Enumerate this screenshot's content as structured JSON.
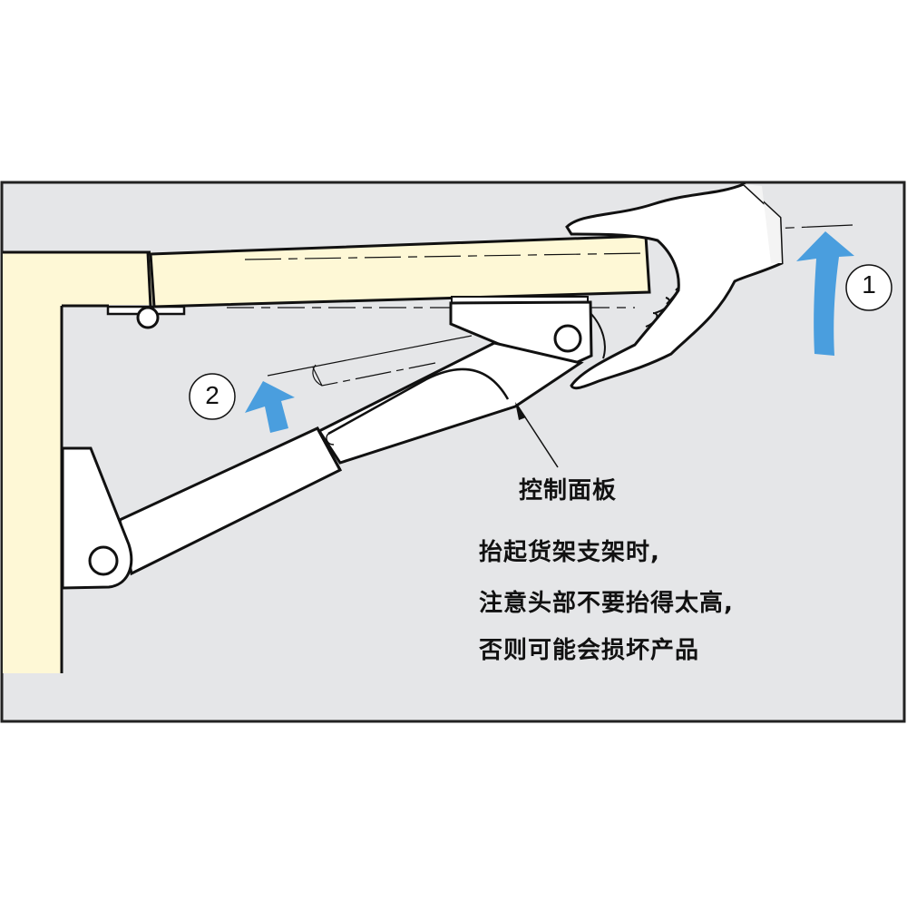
{
  "diagram": {
    "type": "instructional-illustration",
    "subject": "lifting a shelf bracket with gas spring support",
    "colors": {
      "background": "#ffffff",
      "panel_bg": "#e5e6e8",
      "frame_border": "#222222",
      "wood": "#fef8d6",
      "metal": "#ffffff",
      "outline": "#111111",
      "arrow": "#4a9ede"
    },
    "steps": [
      {
        "number": "1",
        "action": "lift shelf upward",
        "arrow": "arrow-up-icon"
      },
      {
        "number": "2",
        "action": "lever moves upward",
        "arrow": "arrow-up-left-icon"
      }
    ],
    "callout": {
      "label": "控制面板"
    },
    "note": {
      "lines": [
        "抬起货架支架时,",
        "注意头部不要抬得太高,",
        "否则可能会损坏产品"
      ]
    }
  }
}
